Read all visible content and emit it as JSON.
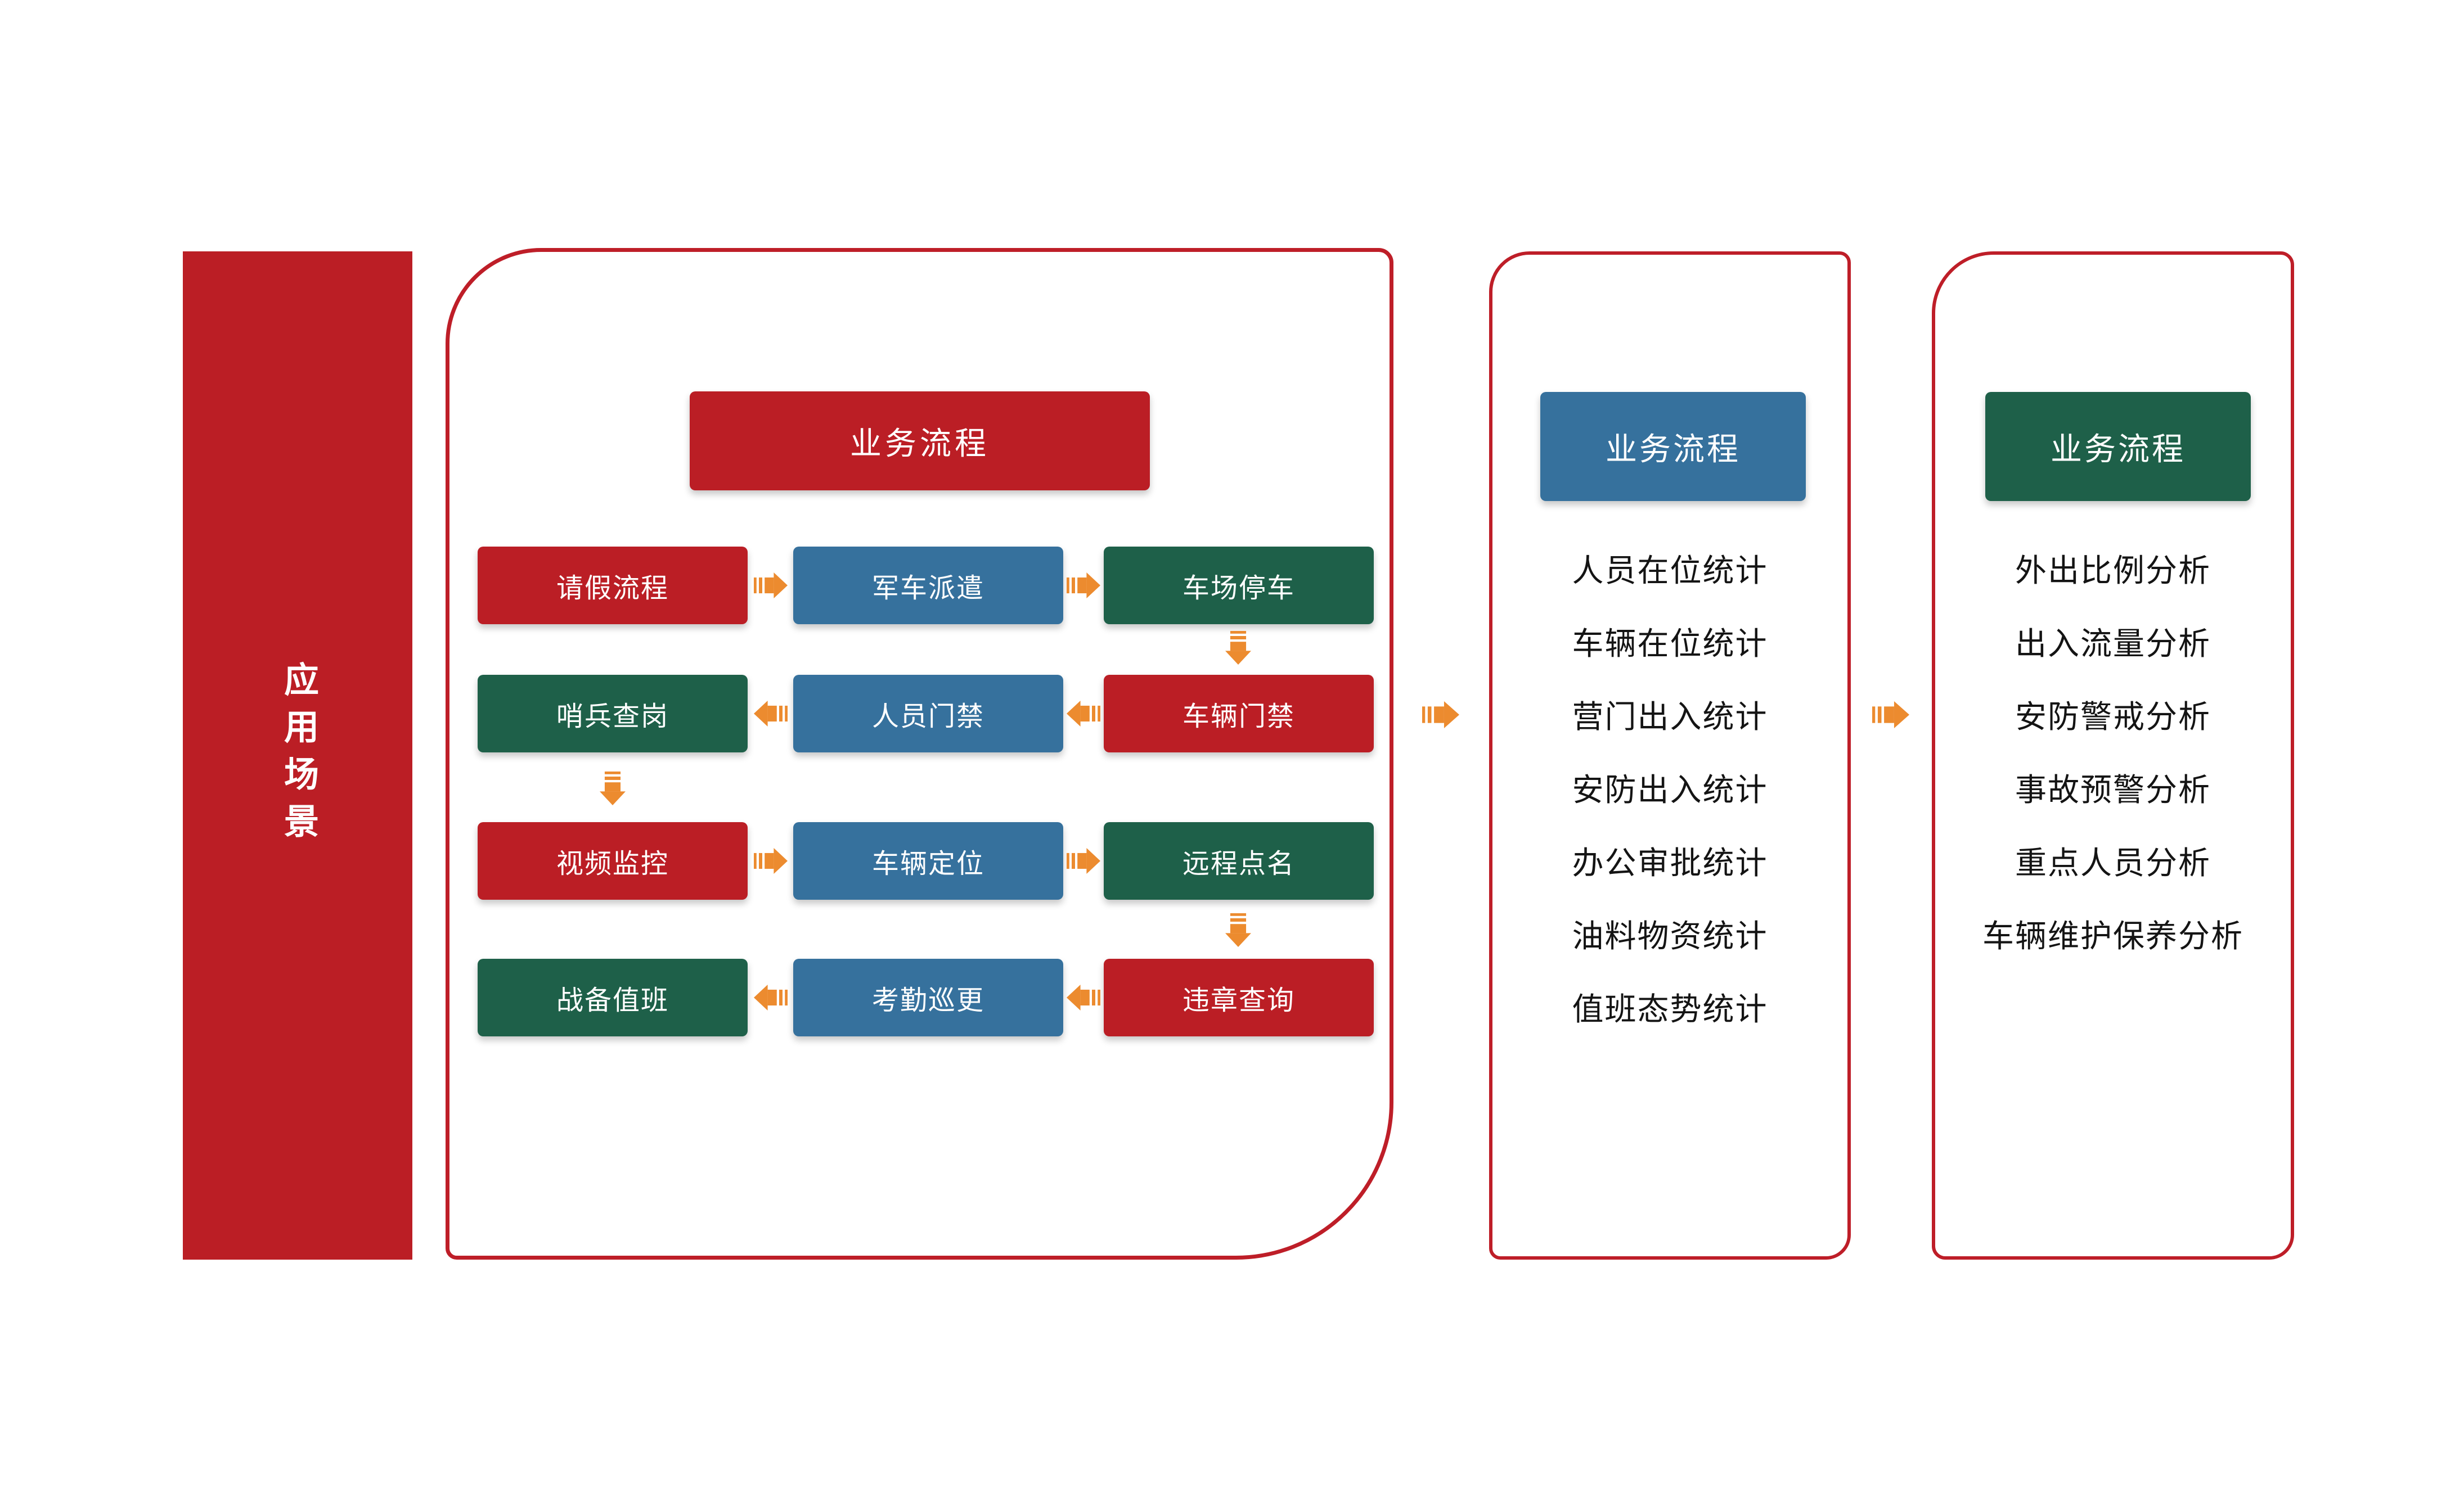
{
  "palette": {
    "red": "#BB1E25",
    "blue": "#36719D",
    "green": "#1E6049",
    "arrow": "#EC8B2F",
    "border-red": "#BE1E28",
    "text": "#141414",
    "background": "#FFFFFF"
  },
  "sidebar": {
    "title": "应用场景",
    "color": "red"
  },
  "main_panel": {
    "header": {
      "label": "业务流程",
      "color": "red"
    },
    "rows": [
      {
        "flow": "right",
        "cells": [
          {
            "label": "请假流程",
            "color": "red"
          },
          {
            "label": "军车派遣",
            "color": "blue"
          },
          {
            "label": "车场停车",
            "color": "green"
          }
        ]
      },
      {
        "flow": "left",
        "cells": [
          {
            "label": "哨兵查岗",
            "color": "green"
          },
          {
            "label": "人员门禁",
            "color": "blue"
          },
          {
            "label": "车辆门禁",
            "color": "red"
          }
        ]
      },
      {
        "flow": "right",
        "cells": [
          {
            "label": "视频监控",
            "color": "red"
          },
          {
            "label": "车辆定位",
            "color": "blue"
          },
          {
            "label": "远程点名",
            "color": "green"
          }
        ]
      },
      {
        "flow": "left",
        "cells": [
          {
            "label": "战备值班",
            "color": "green"
          },
          {
            "label": "考勤巡更",
            "color": "blue"
          },
          {
            "label": "违章查询",
            "color": "red"
          }
        ]
      }
    ],
    "vertical_connectors": [
      "车场停车→车辆门禁",
      "哨兵查岗→视频监控",
      "远程点名→违章查询"
    ]
  },
  "stats_panel": {
    "header": {
      "label": "业务流程",
      "color": "blue"
    },
    "items": [
      "人员在位统计",
      "车辆在位统计",
      "营门出入统计",
      "安防出入统计",
      "办公审批统计",
      "油料物资统计",
      "值班态势统计"
    ]
  },
  "analysis_panel": {
    "header": {
      "label": "业务流程",
      "color": "green"
    },
    "items": [
      "外出比例分析",
      "出入流量分析",
      "安防警戒分析",
      "事故预警分析",
      "重点人员分析",
      "车辆维护保养分析"
    ]
  }
}
